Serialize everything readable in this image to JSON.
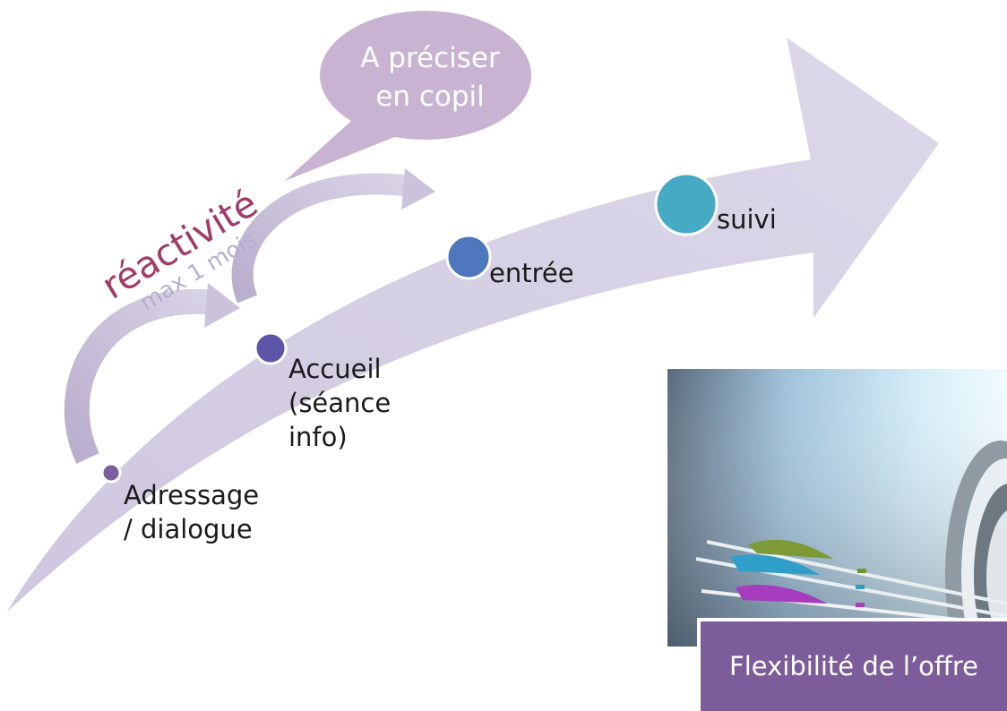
{
  "speech_bubble": {
    "line1": "A préciser",
    "line2": "en copil"
  },
  "reactivity": {
    "title": "réactivité",
    "subtitle": "max 1 mois"
  },
  "steps": [
    {
      "label_lines": [
        "Adressage",
        "/ dialogue"
      ],
      "color": "#7b5ea0"
    },
    {
      "label_lines": [
        "Accueil",
        "(séance",
        "info)"
      ],
      "color": "#5d56a8"
    },
    {
      "label_lines": [
        "entrée"
      ],
      "color": "#4f77bd"
    },
    {
      "label_lines": [
        "suivi"
      ],
      "color": "#46aac4"
    }
  ],
  "image_caption": "Flexibilité de l’offre",
  "colors": {
    "arrow": "#d6d1e4",
    "bubble": "#c9b3d3",
    "reactivity_title": "#a13b67",
    "reactivity_subtitle": "#b5aed0",
    "loop_arrow": "#cbc3db",
    "caption_bg": "#7d5c9c"
  }
}
